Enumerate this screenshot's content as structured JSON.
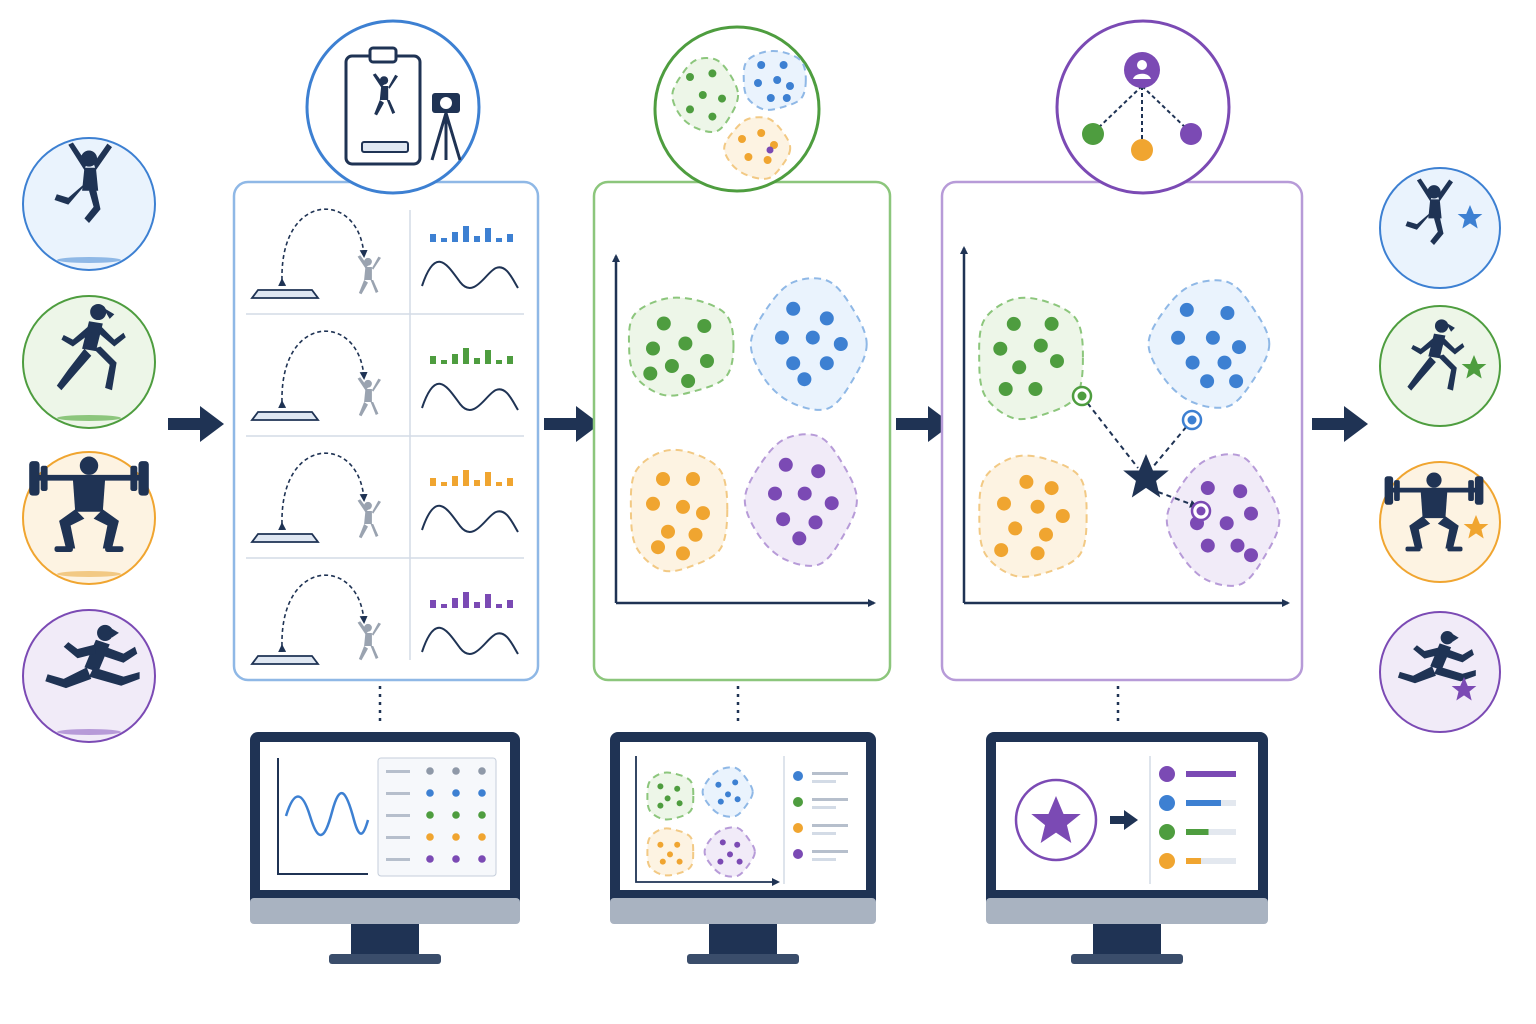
{
  "colors": {
    "navy": "#1f3354",
    "blue": "#3d80d2",
    "green": "#4e9d3f",
    "orange": "#f0a530",
    "purple": "#7b4ab4",
    "blue_light": "#eaf3fd",
    "green_light": "#edf6e8",
    "orange_light": "#fdf3e2",
    "purple_light": "#f1ebf8",
    "blue_border": "#8fb8e6",
    "green_border": "#8cc67c",
    "orange_border": "#f2c984",
    "purple_border": "#b79bd8",
    "gray": "#9aa3b0"
  },
  "pipeline": {
    "athletes_in": [
      {
        "icon": "jumping-athlete-icon",
        "color": "blue"
      },
      {
        "icon": "sprinting-athlete-icon",
        "color": "green"
      },
      {
        "icon": "squat-lifter-icon",
        "color": "orange"
      },
      {
        "icon": "leaping-athlete-icon",
        "color": "purple"
      }
    ],
    "stages": [
      {
        "name": "jump-measurement",
        "icon": "clipboard-camera-icon",
        "color": "blue"
      },
      {
        "name": "clustering",
        "icon": "clusters-icon",
        "color": "green"
      },
      {
        "name": "classification",
        "icon": "hierarchy-icon",
        "color": "purple"
      }
    ],
    "trial_rows": [
      "blue",
      "green",
      "orange",
      "purple"
    ],
    "athletes_out": [
      {
        "icon": "jumping-athlete-star-icon",
        "color": "blue"
      },
      {
        "icon": "sprinting-athlete-star-icon",
        "color": "green"
      },
      {
        "icon": "squat-lifter-star-icon",
        "color": "orange"
      },
      {
        "icon": "leaping-athlete-star-icon",
        "color": "purple"
      }
    ],
    "ranking_bars": [
      {
        "color": "purple",
        "value": 1.0
      },
      {
        "color": "blue",
        "value": 0.7
      },
      {
        "color": "green",
        "value": 0.45
      },
      {
        "color": "orange",
        "value": 0.3
      }
    ]
  }
}
